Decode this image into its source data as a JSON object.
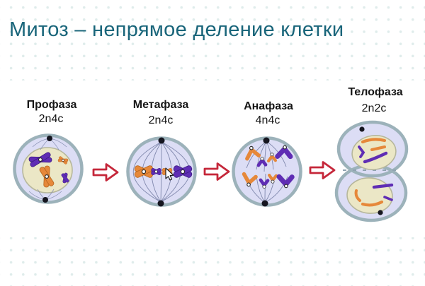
{
  "title": "Митоз – непрямое деление клетки",
  "phases": [
    {
      "name": "Профаза",
      "formula": "2n4c"
    },
    {
      "name": "Метафаза",
      "formula": "2n4c"
    },
    {
      "name": "Анафаза",
      "formula": "4n4c"
    },
    {
      "name": "Телофаза",
      "formula": "2n2c"
    }
  ],
  "icons": {
    "between_phases": "right-block-arrow",
    "pointer": "mouse-cursor"
  },
  "colors": {
    "title": "#19657a",
    "label": "#161616",
    "dot": "#dfeceb",
    "membrane": "#9cb2ba",
    "cytoplasm": "#dcddf5",
    "nucleus": "#ebe7c6",
    "nucleus-border": "#b6b79c",
    "chromosome-orange": "#e6883a",
    "chromosome-purple": "#5f2db4",
    "spindle": "#8088ad",
    "centrosome": "#15151f",
    "arrow-stroke": "#c5273a",
    "arrow-fill": "#ffffff"
  }
}
